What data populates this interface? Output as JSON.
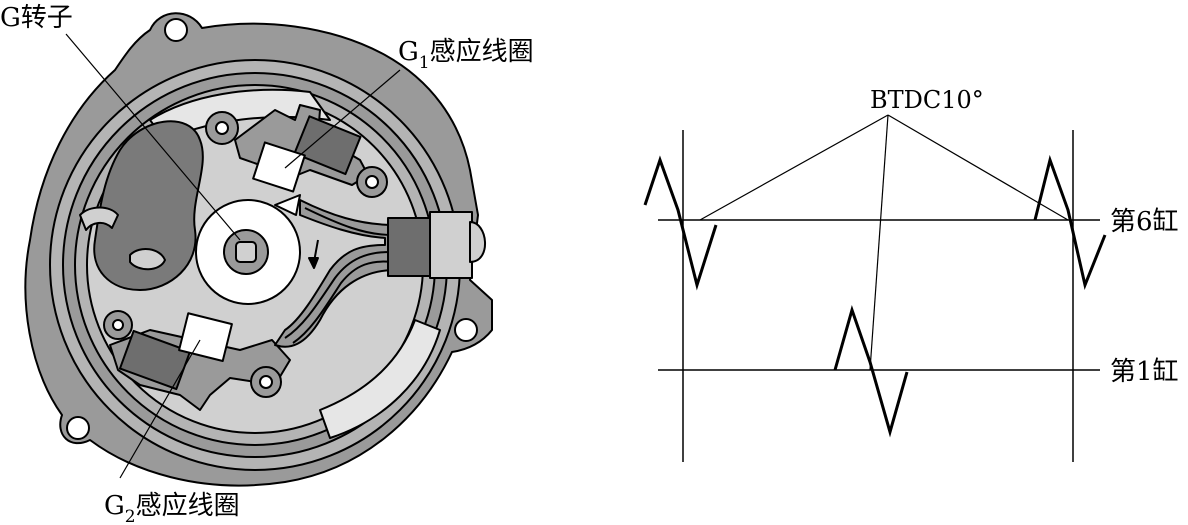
{
  "labels": {
    "rotor": "G转子",
    "g1_letter": "G",
    "g1_sub": "1",
    "g1_text": "感应线圈",
    "g2_letter": "G",
    "g2_sub": "2",
    "g2_text": "感应线圈",
    "btdc": "BTDC10°",
    "cyl6": "第6缸",
    "cyl1": "第1缸"
  },
  "colors": {
    "stroke": "#000000",
    "housing": "#9a9a9a",
    "plate": "#d0d0d0",
    "light": "#e6e6e6",
    "dark": "#6e6e6e",
    "white": "#ffffff"
  }
}
